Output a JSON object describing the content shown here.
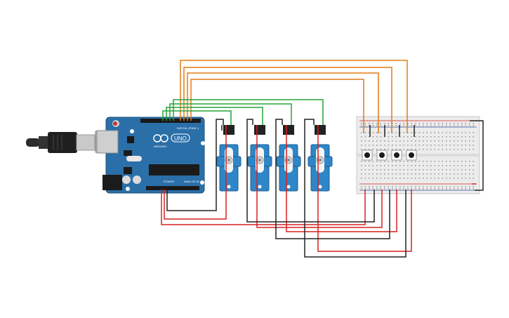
{
  "arduino": {
    "logo_text": "ARDUINO",
    "model_text": "UNO",
    "digital_label": "DIGITAL (PWM~)",
    "power_label": "POWER",
    "analog_label": "ANALOG IN"
  },
  "servos": [
    {
      "id": "servo-1"
    },
    {
      "id": "servo-2"
    },
    {
      "id": "servo-3"
    },
    {
      "id": "servo-4"
    }
  ],
  "buttons": [
    {
      "id": "button-1"
    },
    {
      "id": "button-2"
    },
    {
      "id": "button-3"
    },
    {
      "id": "button-4"
    }
  ],
  "colors": {
    "signal_wire": "#e07b12",
    "servo_signal_wire": "#27a33a",
    "power_wire": "#d62020",
    "ground_wire": "#222222",
    "arduino_board": "#2a6fa8",
    "servo_body": "#2e86c8",
    "breadboard": "#ececec"
  }
}
